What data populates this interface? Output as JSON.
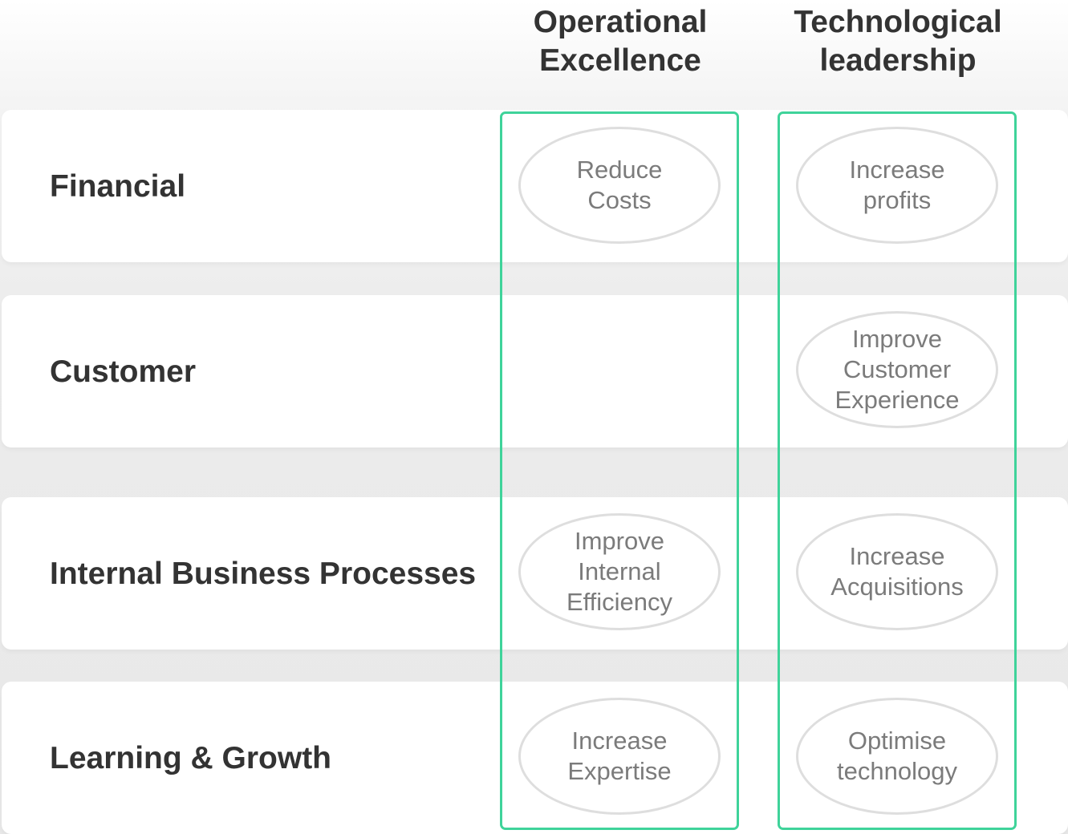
{
  "columns": [
    {
      "title": "Operational\nExcellence"
    },
    {
      "title": "Technological\nleadership"
    }
  ],
  "rows": [
    {
      "label": "Financial"
    },
    {
      "label": "Customer"
    },
    {
      "label": "Internal Business Processes"
    },
    {
      "label": "Learning & Growth"
    }
  ],
  "objectives": {
    "reduce_costs": "Reduce\nCosts",
    "increase_profits": "Increase\nprofits",
    "improve_customer_experience": "Improve\nCustomer\nExperience",
    "improve_internal_efficiency": "Improve\nInternal\nEfficiency",
    "increase_acquisitions": "Increase\nAcquisitions",
    "increase_expertise": "Increase\nExpertise",
    "optimise_technology": "Optimise\ntechnology"
  },
  "colors": {
    "column_border": "#3fd39a",
    "ellipse_border": "#dedede",
    "heading_text": "#333333",
    "objective_text": "#7b7b7b"
  }
}
